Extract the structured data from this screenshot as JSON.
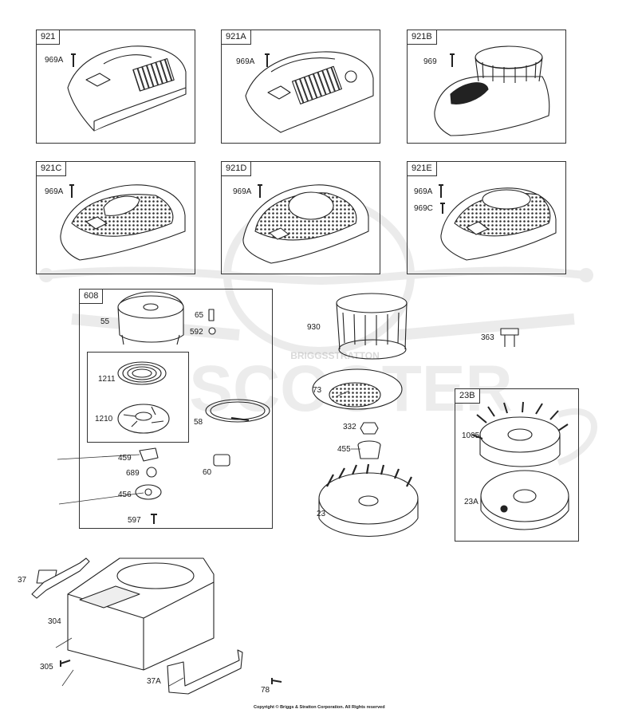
{
  "boxes": {
    "b921": "921",
    "b921a": "921A",
    "b921b": "921B",
    "b921c": "921C",
    "b921d": "921D",
    "b921e": "921E",
    "b608": "608",
    "b23b": "23B"
  },
  "labels": {
    "p969a_1": "969A",
    "p969a_2": "969A",
    "p969": "969",
    "p969a_3": "969A",
    "p969a_4": "969A",
    "p969a_5": "969A",
    "p969c": "969C",
    "p55": "55",
    "p65": "65",
    "p592": "592",
    "p1211": "1211",
    "p1210": "1210",
    "p58": "58",
    "p459": "459",
    "p689": "689",
    "p60": "60",
    "p456": "456",
    "p597": "597",
    "p930": "930",
    "p73": "73",
    "p332": "332",
    "p455": "455",
    "p23": "23",
    "p363": "363",
    "p1005": "1005",
    "p23a": "23A",
    "p37": "37",
    "p304": "304",
    "p305": "305",
    "p37a": "37A",
    "p78": "78"
  },
  "watermark": {
    "top": "BRIGGSSTRATTON",
    "main": "SCOOTER"
  },
  "footer": "Copyright © Briggs & Stratton Corporation. All Rights reserved"
}
